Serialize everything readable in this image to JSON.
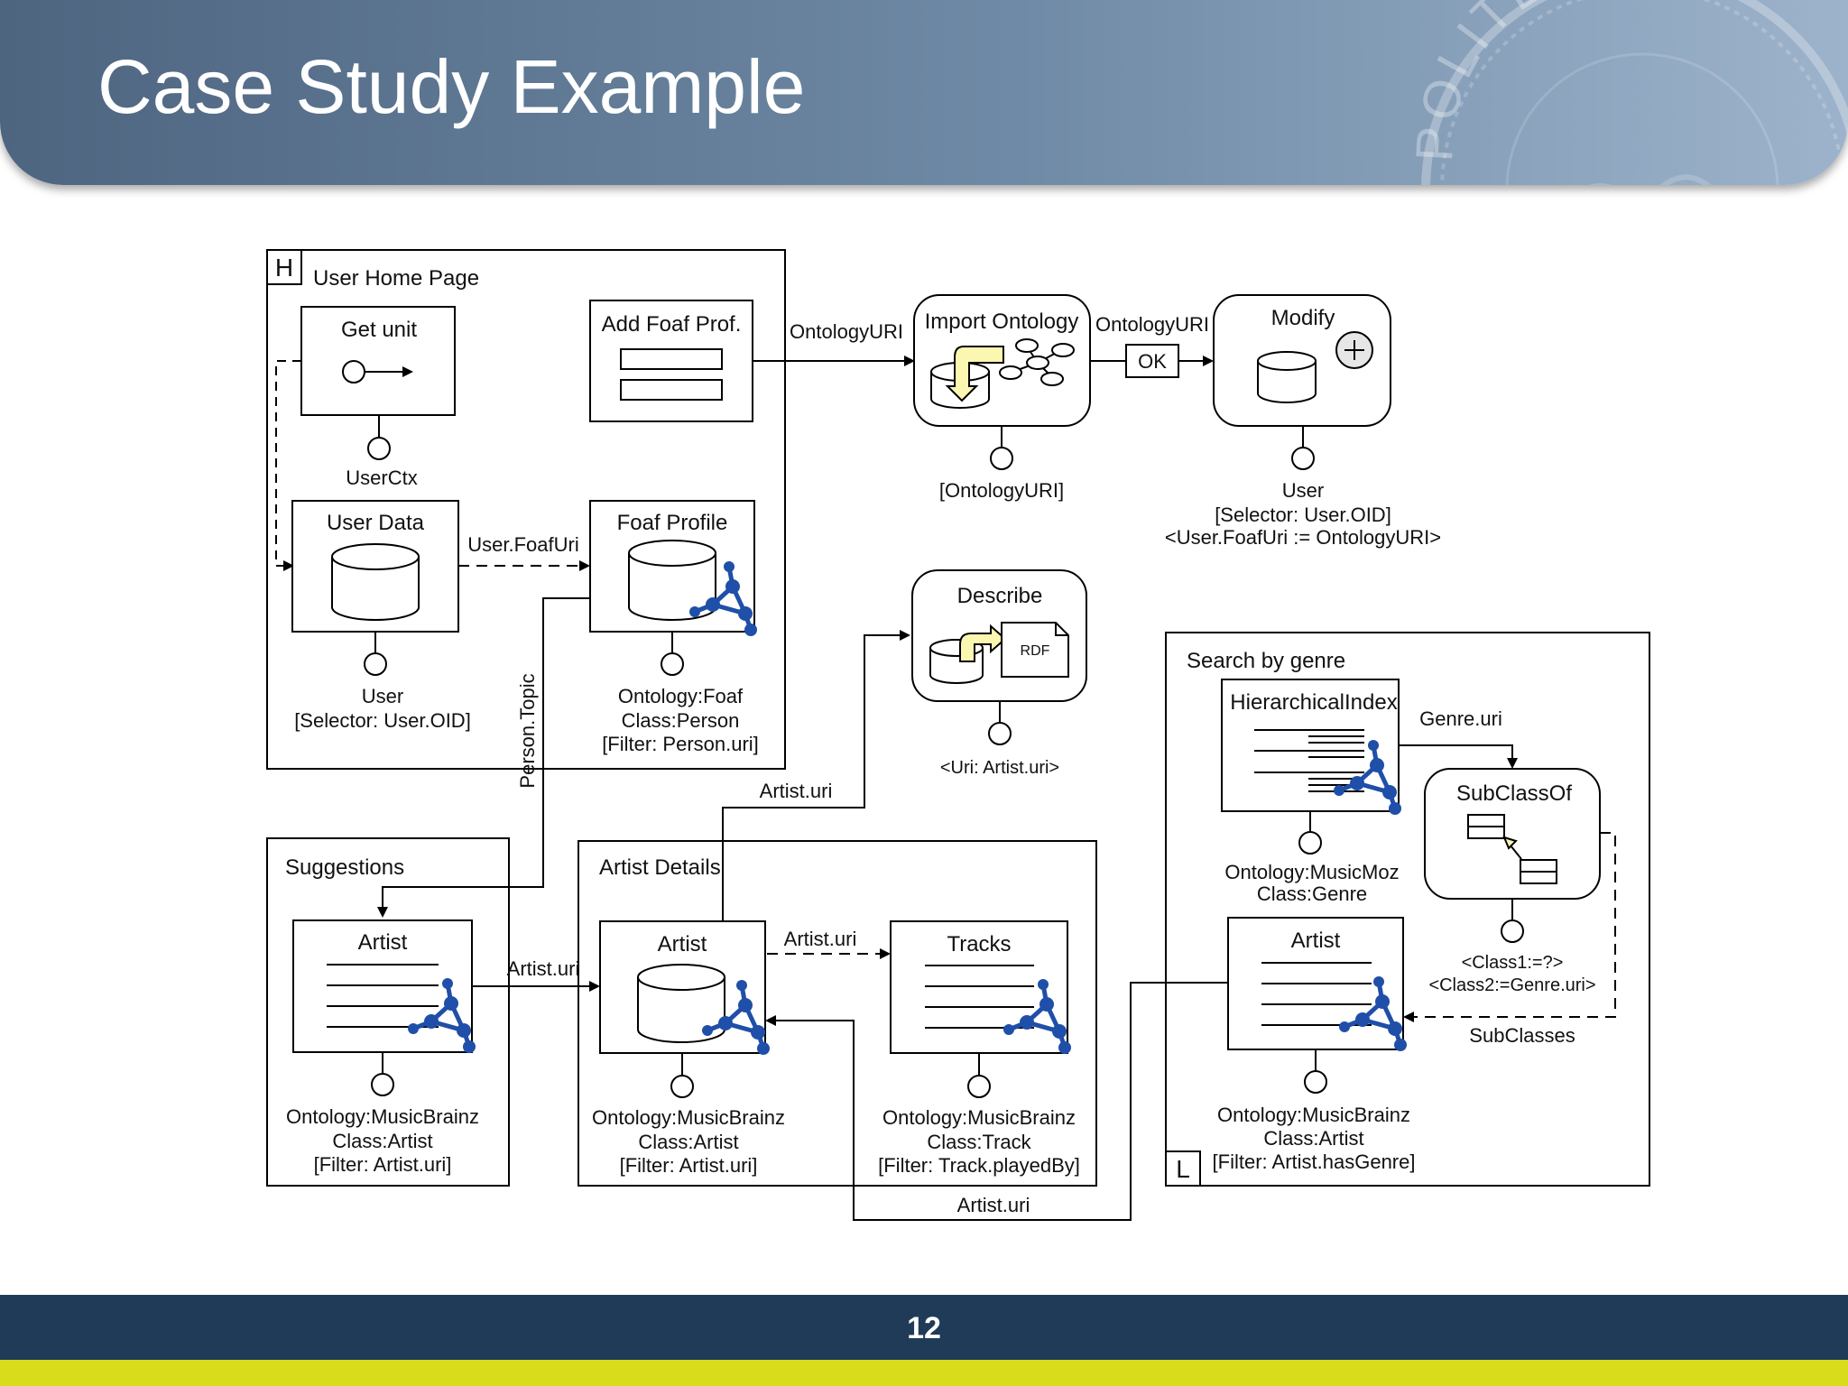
{
  "slide": {
    "title": "Case Study Example",
    "page_number": "12"
  },
  "seal": {
    "text": "POLITECNICO"
  },
  "colors": {
    "header_start": "#4e6580",
    "header_end": "#9db3cb",
    "footer": "#1f3b58",
    "accent": "#d8dc1a",
    "ontology_node": "#1f4fa8",
    "arrow_fill": "#fbf6b0"
  },
  "containers": {
    "home": {
      "title": "User Home Page",
      "marker": "H"
    },
    "suggestions": {
      "title": "Suggestions"
    },
    "artist_details": {
      "title": "Artist Details"
    },
    "search": {
      "title": "Search by genre",
      "marker": "L"
    }
  },
  "units": {
    "get_unit": {
      "title": "Get unit",
      "param": "UserCtx"
    },
    "add_foaf": {
      "title": "Add Foaf Prof."
    },
    "user_data": {
      "title": "User Data",
      "param_lines": [
        "User",
        "[Selector: User.OID]"
      ]
    },
    "foaf_profile": {
      "title": "Foaf Profile",
      "param_lines": [
        "Ontology:Foaf",
        "Class:Person",
        "[Filter: Person.uri]"
      ]
    },
    "import_ontology": {
      "title": "Import Ontology",
      "param": "[OntologyURI]"
    },
    "modify": {
      "title": "Modify",
      "param_lines": [
        "User",
        "[Selector: User.OID]",
        "<User.FoafUri := OntologyURI>"
      ]
    },
    "ok_button": {
      "label": "OK"
    },
    "describe": {
      "title": "Describe",
      "doc_label": "RDF",
      "param": "<Uri: Artist.uri>"
    },
    "suggest_artist": {
      "title": "Artist",
      "param_lines": [
        "Ontology:MusicBrainz",
        "Class:Artist",
        "[Filter: Artist.uri]"
      ]
    },
    "detail_artist": {
      "title": "Artist",
      "param_lines": [
        "Ontology:MusicBrainz",
        "Class:Artist",
        "[Filter: Artist.uri]"
      ]
    },
    "tracks": {
      "title": "Tracks",
      "param_lines": [
        "Ontology:MusicBrainz",
        "Class:Track",
        "[Filter: Track.playedBy]"
      ]
    },
    "hierarchical_index": {
      "title": "HierarchicalIndex",
      "param_lines": [
        "Ontology:MusicMoz",
        "Class:Genre"
      ]
    },
    "subclassof": {
      "title": "SubClassOf",
      "param_lines": [
        "<Class1:=?>",
        "<Class2:=Genre.uri>"
      ]
    },
    "search_artist": {
      "title": "Artist",
      "param_lines": [
        "Ontology:MusicBrainz",
        "Class:Artist",
        "[Filter: Artist.hasGenre]"
      ]
    }
  },
  "links": {
    "ontologyuri_1": "OntologyURI",
    "ontologyuri_2": "OntologyURI",
    "user_foafuri": "User.FoafUri",
    "person_topic": "Person.Topic",
    "artist_uri_describe": "Artist.uri",
    "artist_uri_suggest": "Artist.uri",
    "artist_uri_tracks": "Artist.uri",
    "artist_uri_bottom": "Artist.uri",
    "genre_uri": "Genre.uri",
    "subclasses": "SubClasses"
  }
}
